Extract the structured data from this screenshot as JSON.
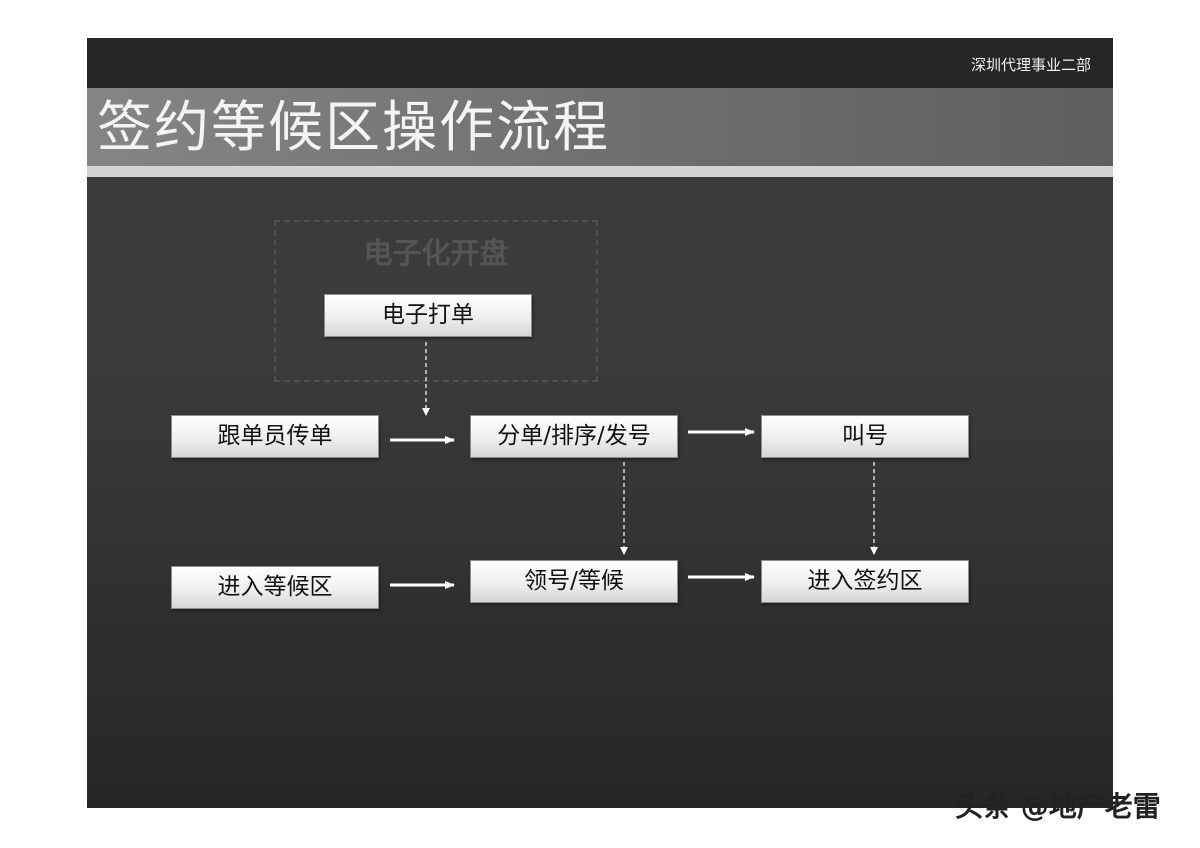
{
  "header": {
    "company": "深圳代理事业二部",
    "title": "签约等候区操作流程"
  },
  "group": {
    "label": "电子化开盘"
  },
  "nodes": {
    "electronic_order": "电子打单",
    "courier_pass": "跟单员传单",
    "sort_number": "分单/排序/发号",
    "call_number": "叫号",
    "enter_waiting": "进入等候区",
    "take_number_wait": "领号/等候",
    "enter_signing": "进入签约区"
  },
  "edges": [
    {
      "from": "electronic_order",
      "to": "sort_number",
      "style": "dashed"
    },
    {
      "from": "courier_pass",
      "to": "sort_number",
      "style": "solid"
    },
    {
      "from": "sort_number",
      "to": "call_number",
      "style": "solid"
    },
    {
      "from": "sort_number",
      "to": "take_number_wait",
      "style": "dashed"
    },
    {
      "from": "call_number",
      "to": "enter_signing",
      "style": "dashed"
    },
    {
      "from": "enter_waiting",
      "to": "take_number_wait",
      "style": "solid"
    },
    {
      "from": "take_number_wait",
      "to": "enter_signing",
      "style": "solid"
    }
  ],
  "colors": {
    "slide_background": "#3a3a3a",
    "top_bar": "#262626",
    "title_bar": "#7a7a7a",
    "box_fill": "#f0f0f0",
    "arrow": "#ffffff"
  },
  "watermark": {
    "text": "头条 @地产老雷"
  }
}
